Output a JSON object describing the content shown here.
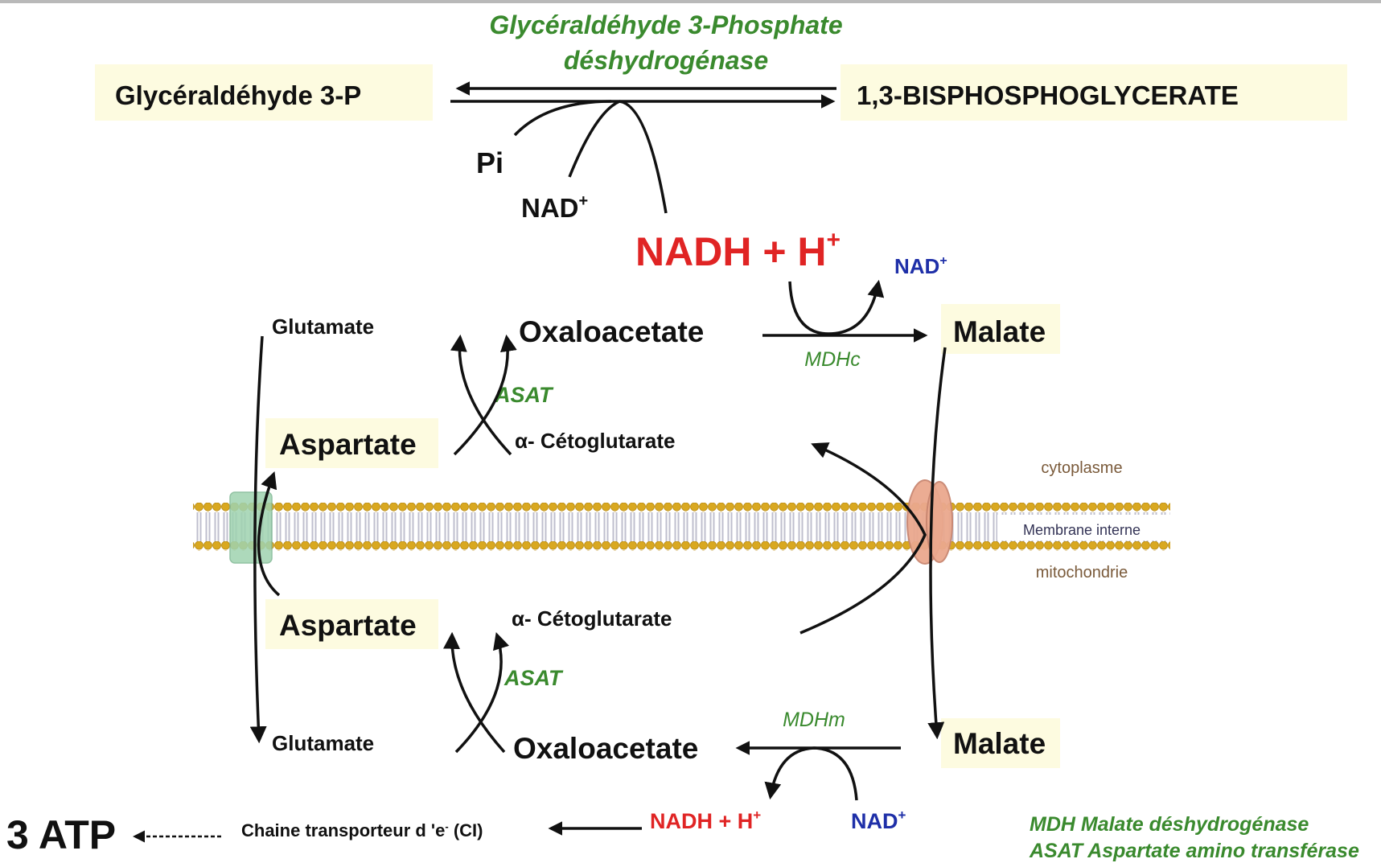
{
  "colors": {
    "text": "#111111",
    "enzyme_green": "#3a8a2e",
    "nadh_red": "#e02424",
    "nad_blue": "#1e2fa8",
    "highlight": "#fdfbe0",
    "membrane_head": "#d9a820",
    "membrane_tail": "#b8b8c8",
    "transporter_green": "#9fd3b0",
    "transporter_pink": "#eaa88e",
    "compartment_label": "#7a5a3a"
  },
  "top_reaction": {
    "enzyme_line1": "Glycéraldéhyde 3-Phosphate",
    "enzyme_line2": "déshydrogénase",
    "substrate": "Glycéraldéhyde 3-P",
    "product": "1,3-BISPHOSPHOGLYCERATE",
    "pi": "Pi",
    "nad": "NAD",
    "nad_sup": "+",
    "nadh": "NADH + H",
    "nadh_sup": "+"
  },
  "cytoplasm": {
    "nad": "NAD",
    "nad_sup": "+",
    "enzyme_mdh": "MDHc",
    "malate": "Malate",
    "oxaloacetate": "Oxaloacetate",
    "glutamate": "Glutamate",
    "aspartate": "Aspartate",
    "enzyme_asat": "ASAT",
    "alpha_ketoglutarate": "α- Cétoglutarate"
  },
  "membrane": {
    "cytoplasm_label": "cytoplasme",
    "membrane_label": "Membrane interne",
    "mito_label": "mitochondrie"
  },
  "mitochondria": {
    "aspartate": "Aspartate",
    "alpha_ketoglutarate": "α- Cétoglutarate",
    "enzyme_asat": "ASAT",
    "glutamate": "Glutamate",
    "oxaloacetate": "Oxaloacetate",
    "enzyme_mdh": "MDHm",
    "malate": "Malate",
    "nadh": "NADH + H",
    "nadh_sup": "+",
    "nad": "NAD",
    "nad_sup": "+",
    "chain": "Chaine transporteur d 'e",
    "chain_sup": "-",
    "chain_suffix": " (CI)",
    "atp": "3 ATP"
  },
  "legend": {
    "line1": "MDH Malate déshydrogénase",
    "line2": "ASAT Aspartate amino transférase"
  }
}
